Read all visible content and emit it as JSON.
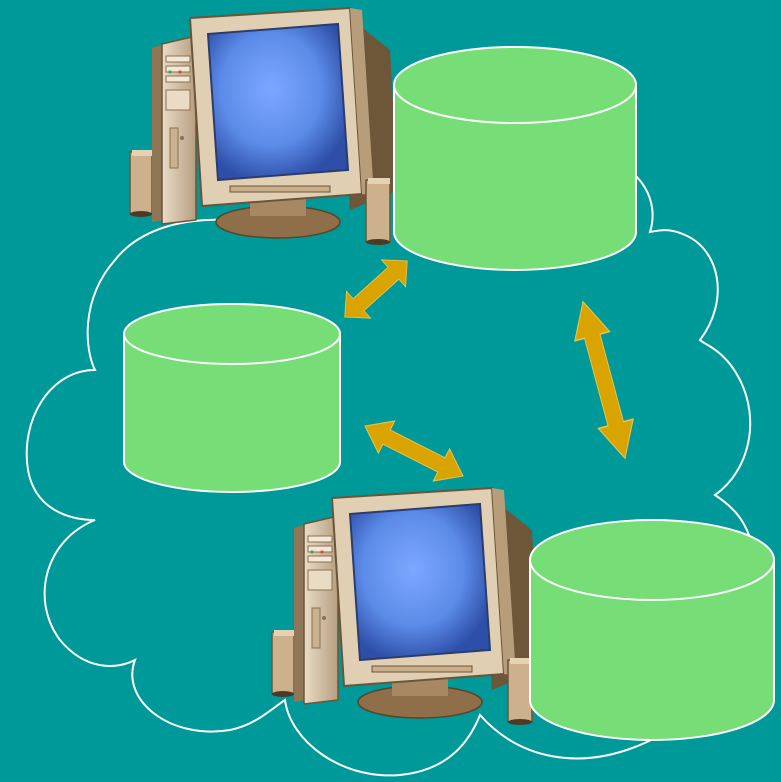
{
  "diagram": {
    "description_free": true,
    "nodes": [
      {
        "id": "computer-top",
        "kind": "computer"
      },
      {
        "id": "database-top",
        "kind": "database"
      },
      {
        "id": "database-middle",
        "kind": "database"
      },
      {
        "id": "computer-bottom",
        "kind": "computer"
      },
      {
        "id": "database-bottom",
        "kind": "database"
      }
    ],
    "links": [
      {
        "from": "database-top",
        "to": "database-middle",
        "kind": "bidirectional"
      },
      {
        "from": "database-top",
        "to": "database-bottom",
        "kind": "bidirectional"
      },
      {
        "from": "database-middle",
        "to": "database-bottom",
        "kind": "bidirectional"
      }
    ],
    "colors": {
      "background": "#009999",
      "database_fill": "#77DD77",
      "database_stroke": "#FFFFFF",
      "arrow": "#D9A300",
      "cloud_stroke": "#FFFFFF",
      "monitor_screen": "#5B8BE8",
      "computer_body": "#D8C4A8"
    },
    "icons": [
      "cloud-shape",
      "computer-icon",
      "database-icon",
      "double-arrow-icon"
    ]
  }
}
